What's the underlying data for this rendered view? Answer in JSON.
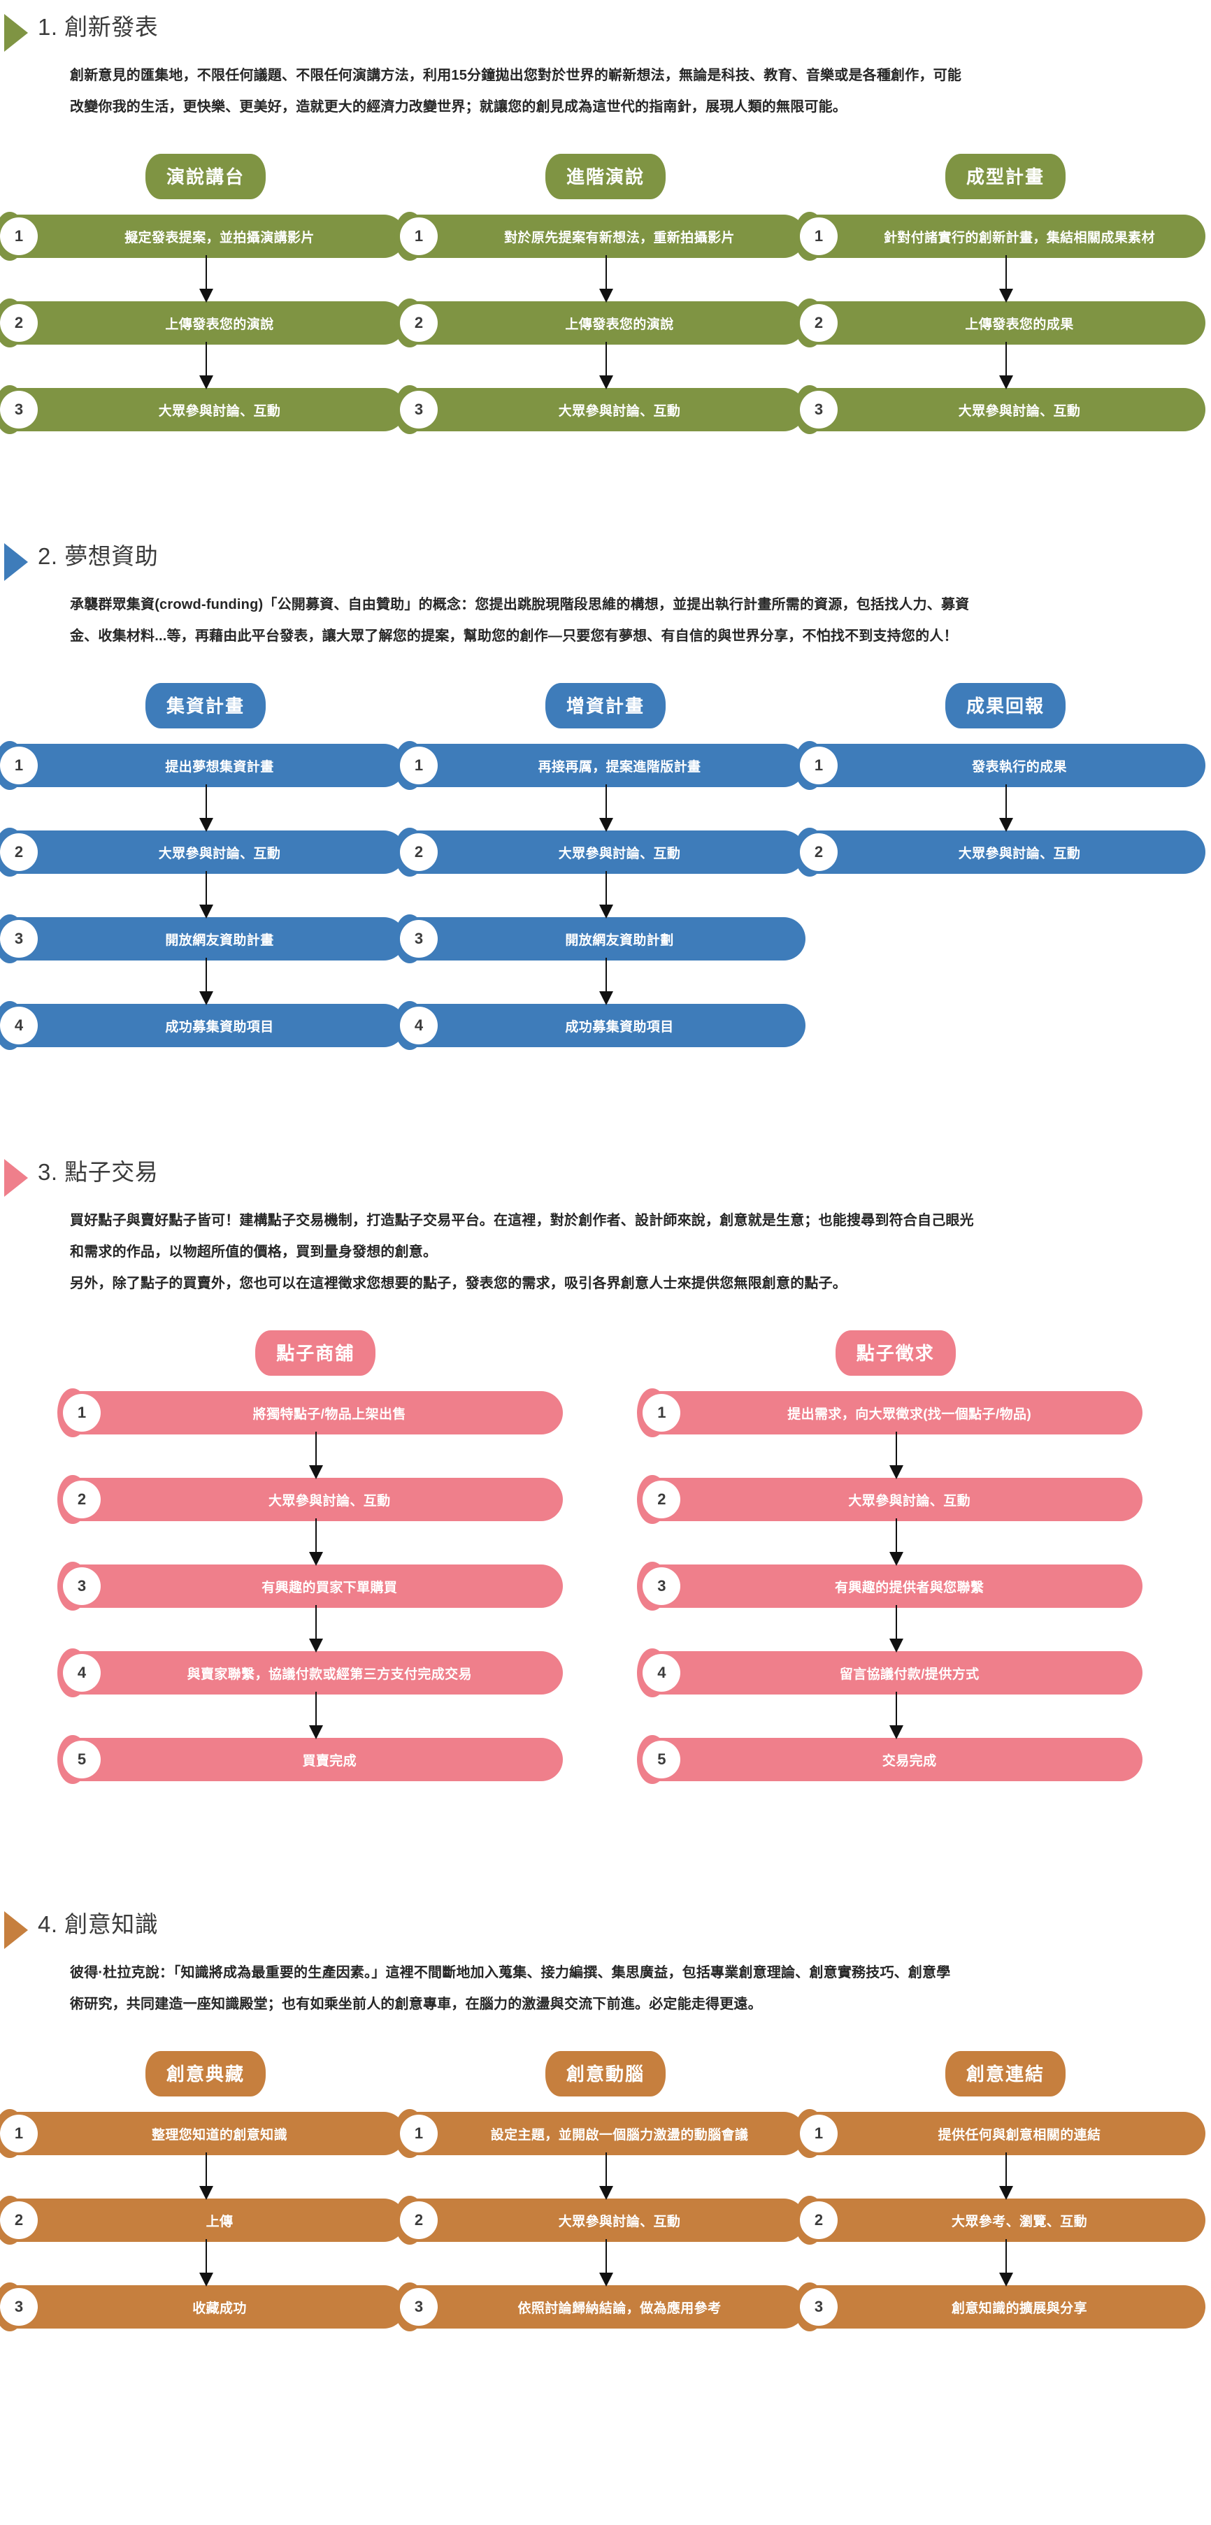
{
  "sections": [
    {
      "id": "innovation-publish",
      "title": "1. 創新發表",
      "color": "#7f9443",
      "desc": [
        "創新意見的匯集地，不限任何議題、不限任何演講方法，利用15分鐘拋出您對於世界的嶄新想法，無論是科技、教育、音樂或是各種創作，可能",
        "改變你我的生活，更快樂、更美好，造就更大的經濟力改變世界；就讓您的創見成為這世代的指南針，展現人類的無限可能。"
      ],
      "columns": [
        {
          "pill": "演說講台",
          "steps": [
            {
              "num": "1",
              "label": "擬定發表提案，並拍攝演講影片"
            },
            {
              "num": "2",
              "label": "上傳發表您的演說"
            },
            {
              "num": "3",
              "label": "大眾參與討論、互動"
            }
          ]
        },
        {
          "pill": "進階演說",
          "steps": [
            {
              "num": "1",
              "label": "對於原先提案有新想法，重新拍攝影片"
            },
            {
              "num": "2",
              "label": "上傳發表您的演說"
            },
            {
              "num": "3",
              "label": "大眾參與討論、互動"
            }
          ]
        },
        {
          "pill": "成型計畫",
          "steps": [
            {
              "num": "1",
              "label": "針對付諸實行的創新計畫，集結相關成果素材"
            },
            {
              "num": "2",
              "label": "上傳發表您的成果"
            },
            {
              "num": "3",
              "label": "大眾參與討論、互動"
            }
          ]
        }
      ]
    },
    {
      "id": "dream-funding",
      "title": "2. 夢想資助",
      "color": "#3e7cba",
      "desc": [
        "承襲群眾集資(crowd-funding)「公開募資、自由贊助」的概念：您提出跳脫現階段思維的構想，並提出執行計畫所需的資源，包括找人力、募資",
        "金、收集材料...等，再藉由此平台發表，讓大眾了解您的提案，幫助您的創作—只要您有夢想、有自信的與世界分享，不怕找不到支持您的人！"
      ],
      "columns": [
        {
          "pill": "集資計畫",
          "steps": [
            {
              "num": "1",
              "label": "提出夢想集資計畫"
            },
            {
              "num": "2",
              "label": "大眾參與討論、互動"
            },
            {
              "num": "3",
              "label": "開放網友資助計畫"
            },
            {
              "num": "4",
              "label": "成功募集資助項目"
            }
          ]
        },
        {
          "pill": "增資計畫",
          "steps": [
            {
              "num": "1",
              "label": "再接再厲，提案進階版計畫"
            },
            {
              "num": "2",
              "label": "大眾參與討論、互動"
            },
            {
              "num": "3",
              "label": "開放網友資助計劃"
            },
            {
              "num": "4",
              "label": "成功募集資助項目"
            }
          ]
        },
        {
          "pill": "成果回報",
          "steps": [
            {
              "num": "1",
              "label": "發表執行的成果"
            },
            {
              "num": "2",
              "label": "大眾參與討論、互動"
            }
          ]
        }
      ]
    },
    {
      "id": "idea-trading",
      "title": "3. 點子交易",
      "color": "#ef7f8b",
      "desc": [
        "買好點子與賣好點子皆可！建構點子交易機制，打造點子交易平台。在這裡，對於創作者、設計師來說，創意就是生意；也能搜尋到符合自己眼光",
        "和需求的作品，以物超所值的價格，買到量身發想的創意。",
        "另外，除了點子的買賣外，您也可以在這裡徵求您想要的點子，發表您的需求，吸引各界創意人士來提供您無限創意的點子。"
      ],
      "columns": [
        {
          "pill": "點子商舖",
          "steps": [
            {
              "num": "1",
              "label": "將獨特點子/物品上架出售"
            },
            {
              "num": "2",
              "label": "大眾參與討論、互動"
            },
            {
              "num": "3",
              "label": "有興趣的買家下單購買"
            },
            {
              "num": "4",
              "label": "與賣家聯繫，協議付款或經第三方支付完成交易"
            },
            {
              "num": "5",
              "label": "買賣完成"
            }
          ]
        },
        {
          "pill": "點子徵求",
          "steps": [
            {
              "num": "1",
              "label": "提出需求，向大眾徵求(找一個點子/物品)"
            },
            {
              "num": "2",
              "label": "大眾參與討論、互動"
            },
            {
              "num": "3",
              "label": "有興趣的提供者與您聯繫"
            },
            {
              "num": "4",
              "label": "留言協議付款/提供方式"
            },
            {
              "num": "5",
              "label": "交易完成"
            }
          ]
        }
      ]
    },
    {
      "id": "creative-knowledge",
      "title": "4. 創意知識",
      "color": "#c67f3e",
      "desc": [
        "彼得·杜拉克說：「知識將成為最重要的生產因素。」這裡不間斷地加入蒐集、接力編撰、集思廣益，包括專業創意理論、創意實務技巧、創意學",
        "術研究，共同建造一座知識殿堂；也有如乘坐前人的創意專車，在腦力的激盪與交流下前進。必定能走得更遠。"
      ],
      "columns": [
        {
          "pill": "創意典藏",
          "steps": [
            {
              "num": "1",
              "label": "整理您知道的創意知識"
            },
            {
              "num": "2",
              "label": "上傳"
            },
            {
              "num": "3",
              "label": "收藏成功"
            }
          ]
        },
        {
          "pill": "創意動腦",
          "steps": [
            {
              "num": "1",
              "label": "設定主題，並開啟一個腦力激盪的動腦會議"
            },
            {
              "num": "2",
              "label": "大眾參與討論、互動"
            },
            {
              "num": "3",
              "label": "依照討論歸納結論，做為應用參考"
            }
          ]
        },
        {
          "pill": "創意連結",
          "steps": [
            {
              "num": "1",
              "label": "提供任何與創意相關的連結"
            },
            {
              "num": "2",
              "label": "大眾參考、瀏覽、互動"
            },
            {
              "num": "3",
              "label": "創意知識的擴展與分享"
            }
          ]
        }
      ]
    }
  ]
}
